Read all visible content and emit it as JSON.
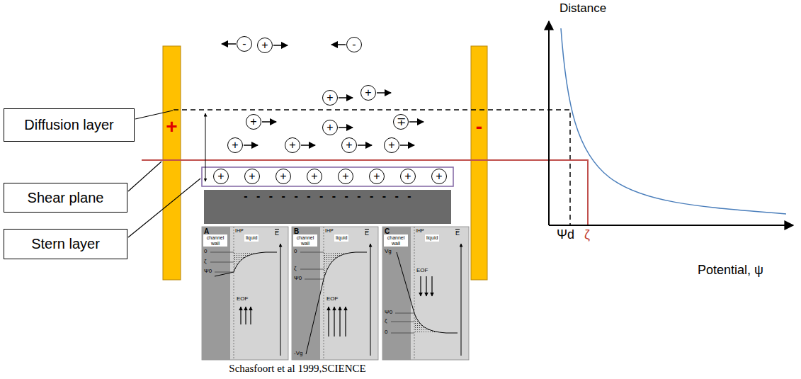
{
  "diagram": {
    "caption": "Schasfoort et al 1999,SCIENCE",
    "nodes": [
      {
        "text": [
          "+"
        ]
      },
      {
        "text": [
          "Diffusion layer"
        ]
      },
      {
        "text": [
          "Shear plane"
        ]
      },
      {
        "text": [
          "Stern layer"
        ]
      },
      {
        "text": [
          "-"
        ]
      },
      {
        "text": [
          "+"
        ]
      },
      {
        "text": [
          "-"
        ]
      },
      {
        "text": [
          "+"
        ]
      },
      {
        "text": [
          "+"
        ]
      },
      {
        "text": [
          "∓"
        ]
      },
      {
        "text": [
          "+"
        ]
      },
      {
        "text": [
          "+"
        ]
      },
      {
        "text": [
          "+"
        ]
      },
      {
        "text": [
          "+"
        ]
      },
      {
        "text": [
          "+"
        ]
      },
      {
        "text": [
          "+"
        ]
      },
      {
        "text": [
          "+"
        ]
      },
      {
        "text": [
          "+"
        ]
      },
      {
        "text": [
          "+"
        ]
      },
      {
        "text": [
          "+"
        ]
      },
      {
        "text": [
          "+"
        ]
      },
      {
        "text": [
          "+"
        ]
      },
      {
        "text": [
          "+"
        ]
      },
      {
        "text": [
          "+"
        ]
      },
      {
        "text": [
          "- - - - - - - - - - - - - -"
        ]
      },
      {
        "text": [
          "-"
        ]
      }
    ],
    "labels": [
      "Distance",
      "Potential, ψ",
      "Ψd",
      "ζ",
      "A",
      "channel wall",
      "IHP",
      "liquid",
      "E",
      "0",
      "ζ",
      "Ψ0",
      "EOF",
      "B",
      "channel wall",
      "IHP",
      "liquid",
      "E",
      "0",
      "ζ",
      "Ψ0",
      "-Vg",
      "EOF",
      "C",
      "channel wall",
      "IHP",
      "liquid",
      "E",
      "Vg",
      "Ψ0",
      "ζ",
      "0",
      "EOF"
    ]
  }
}
